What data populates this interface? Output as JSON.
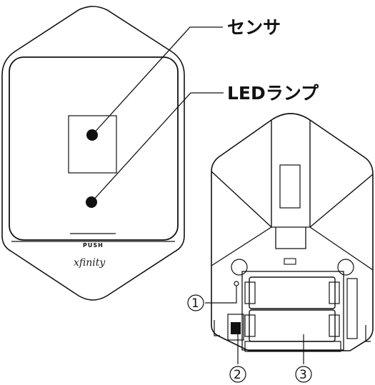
{
  "labels": {
    "sensor": "センサ",
    "led_lamp": "LEDランプ",
    "callout_1": "1",
    "callout_2": "2",
    "callout_3": "3"
  },
  "device": {
    "push_label": "PUSH",
    "brand": "xfinity"
  }
}
